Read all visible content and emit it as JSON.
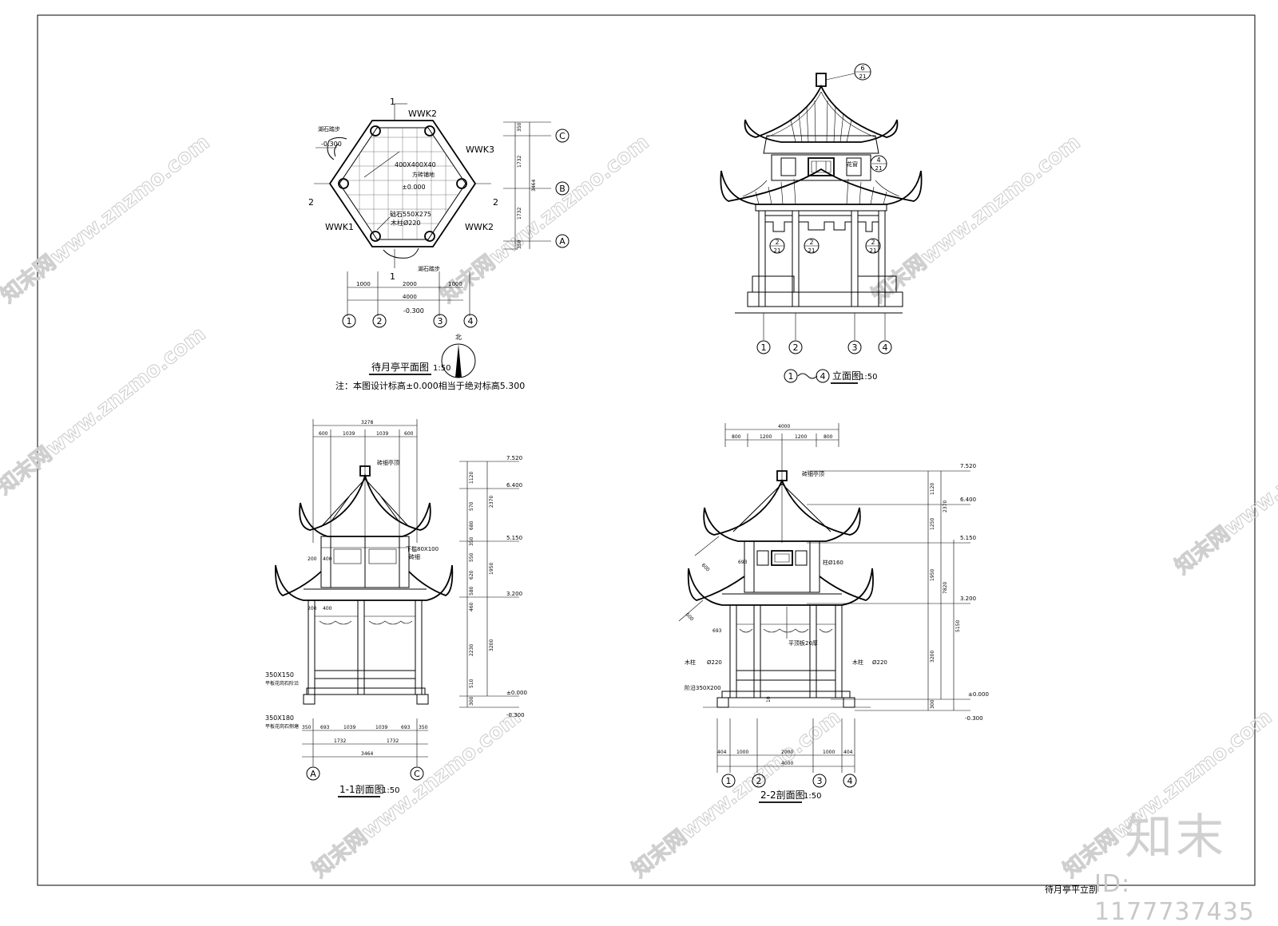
{
  "watermark": {
    "text": "知末网www.znzmo.com",
    "id_label": "ID: 1177737435",
    "logo": "知末"
  },
  "plan": {
    "title": "待月亭平面图",
    "scale": "1:50",
    "note": "注：本图设计标高±0.000相当于绝对标高5.300",
    "north": "北",
    "labels": {
      "wwk1": "WWK1",
      "wwk2a": "WWK2",
      "wwk2b": "WWK2",
      "wwk3": "WWK3",
      "step_top": "湖石踏步",
      "step_bottom": "湖石踏步",
      "paving": "400X400X40",
      "paving_note": "方砖铺地",
      "elev_zero": "±0.000",
      "elev_neg1": "-0.300",
      "elev_neg2": "-0.300",
      "base": "础石550X275",
      "column": "木柱Ø220",
      "sec1_top": "1",
      "sec1_bot": "1",
      "sec2_left": "2",
      "sec2_right": "2"
    },
    "dims_bottom": [
      "1000",
      "2000",
      "1000"
    ],
    "dim_total": "4000",
    "dims_right": [
      "350",
      "1732",
      "3464",
      "1732",
      "350"
    ],
    "axes_bottom": [
      "1",
      "2",
      "3",
      "4"
    ],
    "axes_right": [
      "C",
      "B",
      "A"
    ]
  },
  "elevation": {
    "title": "立面图",
    "title_from": "1",
    "title_to": "4",
    "scale": "1:50",
    "axes": [
      "1",
      "2",
      "3",
      "4"
    ],
    "callouts": [
      {
        "top": "6",
        "bot": "21"
      },
      {
        "top": "4",
        "bot": "21"
      },
      {
        "top": "2",
        "bot": "21"
      },
      {
        "top": "2",
        "bot": "21"
      },
      {
        "top": "2",
        "bot": "21"
      }
    ],
    "label_window": "花窗"
  },
  "section11": {
    "title": "1-1剖面图",
    "scale": "1:50",
    "dims_top": [
      "600",
      "1039",
      "1039",
      "600"
    ],
    "dim_top_total": "3278",
    "dims_bottom": [
      "350",
      "693",
      "1039",
      "1039",
      "693",
      "350"
    ],
    "dims_bottom_mid": [
      "1732",
      "1732"
    ],
    "dim_bottom_total": "3464",
    "axes": [
      "A",
      "C"
    ],
    "elevations": [
      "7.520",
      "6.400",
      "5.150",
      "3.200",
      "±0.000",
      "-0.300"
    ],
    "dims_right_inner": [
      "1120",
      "570",
      "680",
      "350",
      "550",
      "620",
      "580",
      "460",
      "2230",
      "510",
      "300"
    ],
    "dims_right_outer": [
      "2370",
      "1950",
      "3200"
    ],
    "labels": {
      "roof": "砖细亭顶",
      "beam": "下槛80X100",
      "beam2": "砖细",
      "a200": "200",
      "a400": "400",
      "b200": "200",
      "b400": "400",
      "step1": "350X150",
      "step1_note": "平板花岗石阶沿",
      "step2": "350X180",
      "step2_note": "平板花岗石侧塘"
    }
  },
  "section22": {
    "title": "2-2剖面图",
    "scale": "1:50",
    "dims_top": [
      "800",
      "1200",
      "1200",
      "800"
    ],
    "dim_top_total": "4000",
    "dims_bottom": [
      "404",
      "1000",
      "2000",
      "1000",
      "404"
    ],
    "dim_bottom_total": "4000",
    "axes": [
      "1",
      "2",
      "3",
      "4"
    ],
    "elevations": [
      "7.520",
      "6.400",
      "5.150",
      "3.200",
      "±0.000",
      "-0.300"
    ],
    "dims_right_inner": [
      "1120",
      "1250",
      "1950",
      "3200",
      "300"
    ],
    "dims_right_outer": [
      "2370",
      "7820",
      "5150"
    ],
    "labels": {
      "roof": "砖细亭顶",
      "col160": "柱Ø160",
      "ceiling": "平顶板20厚",
      "col_left": "木柱",
      "col_left_d": "Ø220",
      "col_right": "木柱",
      "col_right_d": "Ø220",
      "base": "阶沿350X200",
      "d600a": "600",
      "d600b": "600",
      "d693a": "693",
      "d693b": "693",
      "h10": "10"
    }
  },
  "titleblock": {
    "text": "待月亭平立剖"
  }
}
